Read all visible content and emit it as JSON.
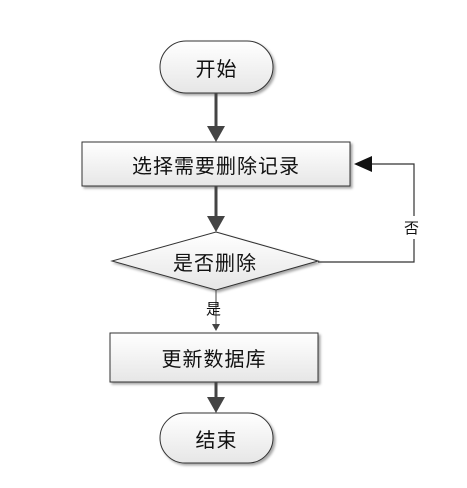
{
  "diagram": {
    "nodes": {
      "start": {
        "label": "开始"
      },
      "select": {
        "label": "选择需要删除记录"
      },
      "decision": {
        "label": "是否删除"
      },
      "update": {
        "label": "更新数据库"
      },
      "end": {
        "label": "结束"
      }
    },
    "edges": {
      "yes_label": "是",
      "no_label": "否"
    }
  }
}
